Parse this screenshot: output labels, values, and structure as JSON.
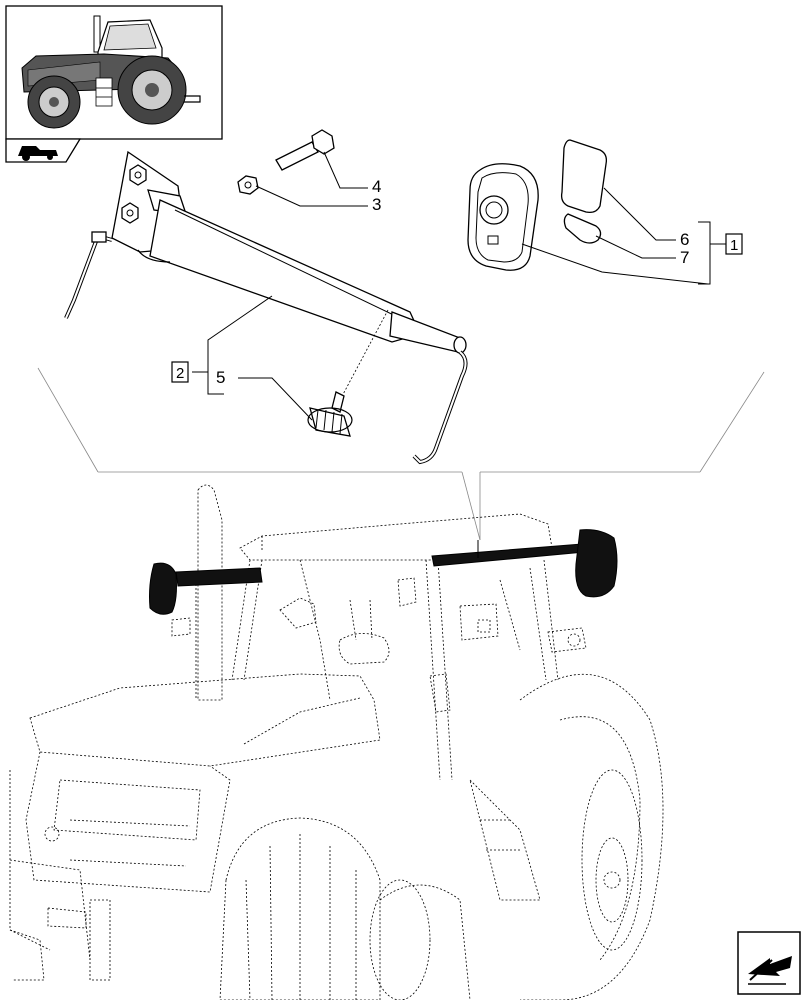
{
  "callouts": {
    "c1": "1",
    "c2": "2",
    "c3": "3",
    "c4": "4",
    "c5": "5",
    "c6": "6",
    "c7": "7"
  },
  "icons": {
    "reference_thumbnail": "tractor-thumbnail-icon",
    "thumbnail_tab": "tractor-side-icon",
    "navigation": "arrow-back-icon"
  }
}
